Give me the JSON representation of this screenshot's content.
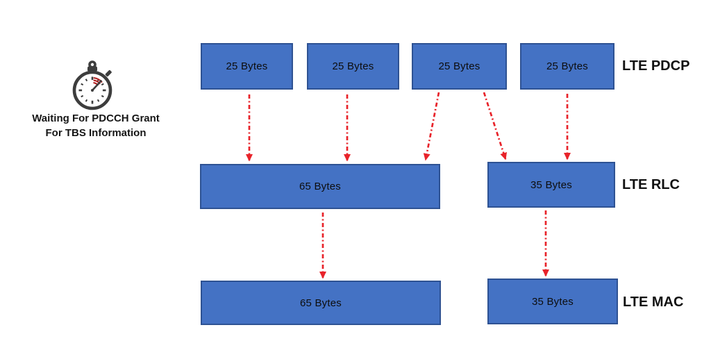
{
  "note": {
    "line1": "Waiting For PDCCH Grant",
    "line2": "For TBS Information"
  },
  "layers": {
    "pdcp": {
      "label": "LTE PDCP",
      "boxes": [
        "25 Bytes",
        "25 Bytes",
        "25 Bytes",
        "25 Bytes"
      ]
    },
    "rlc": {
      "label": "LTE RLC",
      "boxes": [
        "65 Bytes",
        "35 Bytes"
      ]
    },
    "mac": {
      "label": "LTE MAC",
      "boxes": [
        "65 Bytes",
        "35 Bytes"
      ]
    }
  },
  "flows": [
    {
      "from": "pdcp-box-1",
      "to": "rlc-box-65"
    },
    {
      "from": "pdcp-box-2",
      "to": "rlc-box-65"
    },
    {
      "from": "pdcp-box-3",
      "to": "rlc-box-65"
    },
    {
      "from": "pdcp-box-3",
      "to": "rlc-box-35"
    },
    {
      "from": "pdcp-box-4",
      "to": "rlc-box-35"
    },
    {
      "from": "rlc-box-65",
      "to": "mac-box-65"
    },
    {
      "from": "rlc-box-35",
      "to": "mac-box-35"
    }
  ],
  "icon": {
    "name": "stopwatch-icon"
  },
  "colors": {
    "box_fill": "#4472c4",
    "box_border": "#2e5293",
    "arrow_red": "#e8232a",
    "icon_gray": "#3d3d3d",
    "icon_accent_red": "#b22222",
    "background": "#ffffff",
    "text": "#111111"
  }
}
